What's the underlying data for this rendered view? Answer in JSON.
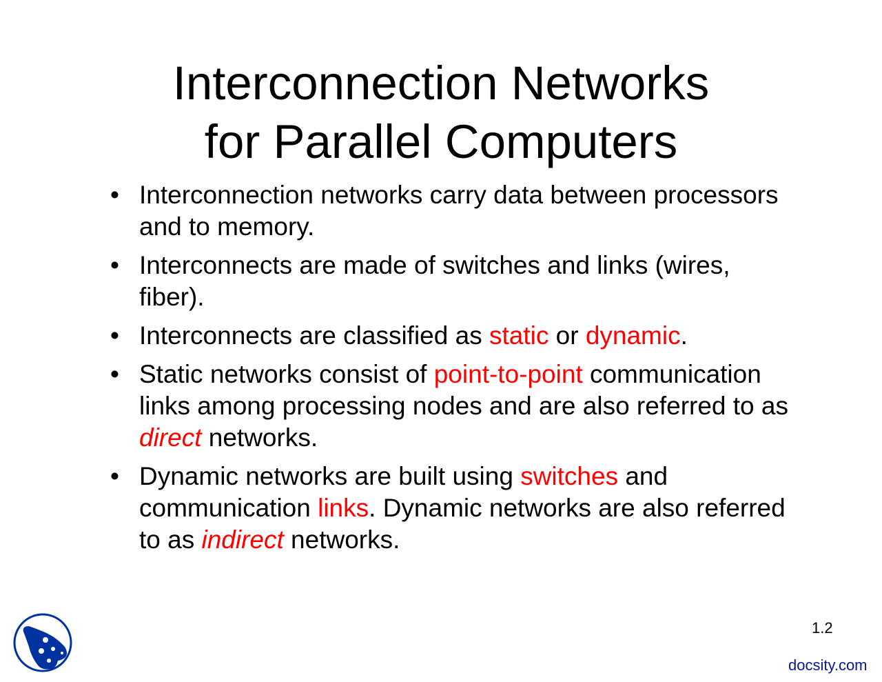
{
  "title": {
    "line1": "Interconnection Networks",
    "line2": "for Parallel Computers"
  },
  "bullet_symbol": "•",
  "bullets": [
    [
      {
        "t": "Interconnection networks carry data between processors and to memory."
      }
    ],
    [
      {
        "t": "Interconnects are made of switches and links (wires, fiber)."
      }
    ],
    [
      {
        "t": "Interconnects are classified as "
      },
      {
        "t": "static",
        "red": true
      },
      {
        "t": " or "
      },
      {
        "t": "dynamic",
        "red": true
      },
      {
        "t": "."
      }
    ],
    [
      {
        "t": "Static networks consist of "
      },
      {
        "t": "point-to-point",
        "red": true
      },
      {
        "t": " communication links among processing nodes and are also referred to as "
      },
      {
        "t": "direct",
        "red": true,
        "italic": true
      },
      {
        "t": " networks."
      }
    ],
    [
      {
        "t": "Dynamic networks are built using "
      },
      {
        "t": "switches",
        "red": true
      },
      {
        "t": " and communication "
      },
      {
        "t": "links",
        "red": true
      },
      {
        "t": ". Dynamic networks are also referred to as "
      },
      {
        "t": "indirect",
        "red": true,
        "italic": true
      },
      {
        "t": " networks."
      }
    ]
  ],
  "page_number": "1.2",
  "watermark": "docsity.com",
  "colors": {
    "highlight": "#ff0000",
    "brand": "#0a1a8c",
    "logo": "#0033a0"
  }
}
